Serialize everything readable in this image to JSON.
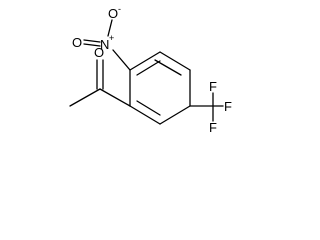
{
  "molecule": {
    "atoms": {
      "nitro_n": "N",
      "nitro_n_charge": "+",
      "nitro_o_top": "O",
      "nitro_o_top_charge": "-",
      "nitro_o_left": "O",
      "carbonyl_o": "O",
      "cf3_f1": "F",
      "cf3_f2": "F",
      "cf3_f3": "F"
    },
    "colors": {
      "bond": "#000000",
      "label": "#000000",
      "background": "#ffffff"
    }
  }
}
